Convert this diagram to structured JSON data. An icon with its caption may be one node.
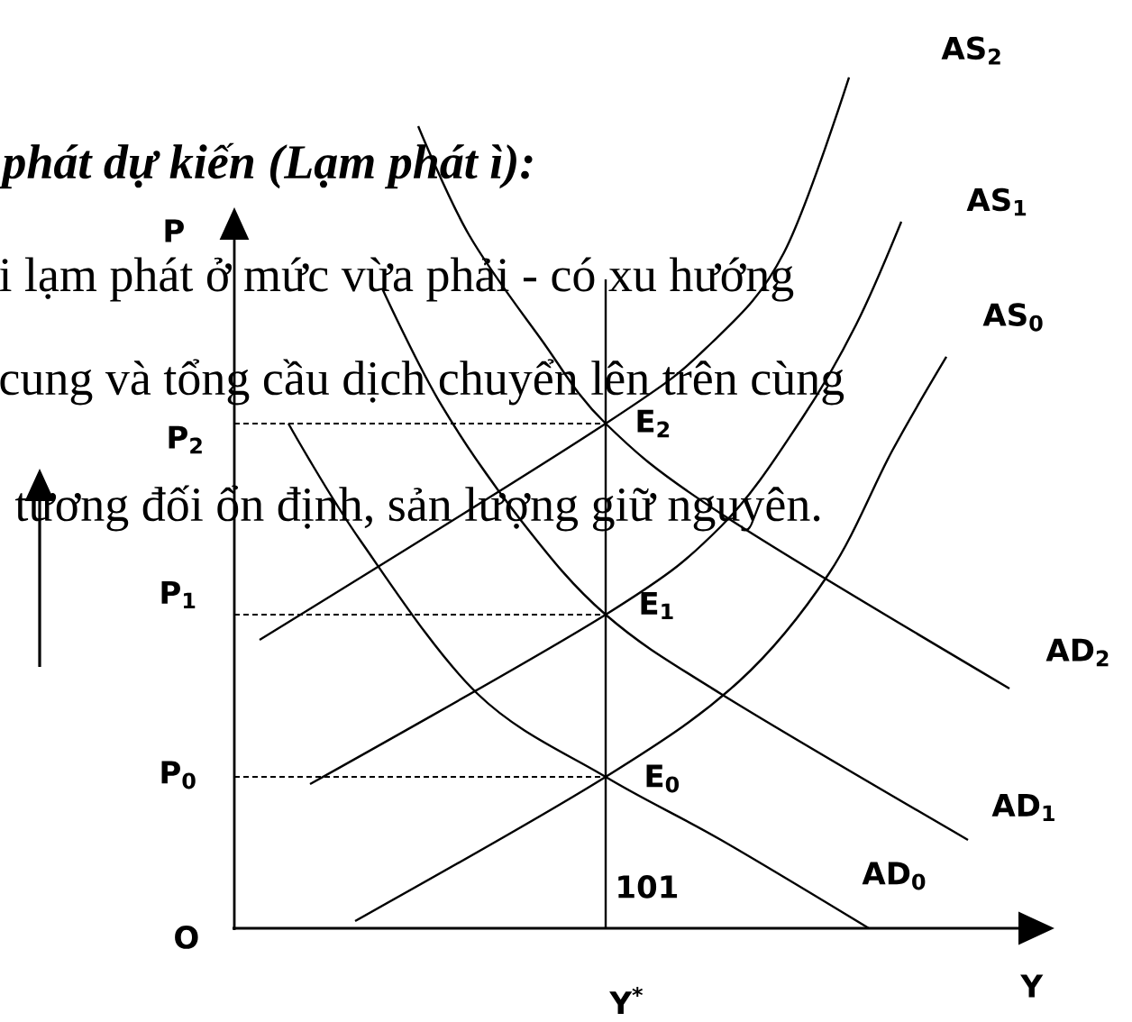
{
  "diagram": {
    "labels": [
      "AS$_{2}$",
      "phát dự kiến (Lạm phát ì):",
      "AS$_{1}$",
      "P",
      "i lạm phát ở mức vừa phải - có xu hướng",
      "AS$_{0}$",
      "cung và tổng cầu dịch chuyển lên trên cùng",
      "P$_{2}$",
      "E$_{2}$",
      "tương đối ổn định, sản lượng giữ nguyên.",
      "P$_{1}$",
      "E$_{1}$",
      "AD$_{2}$",
      "P$_{0}$",
      "E$_{0}$",
      "AD$_{1}$",
      "101",
      "AD$_{0}$",
      "O",
      "Y",
      "Y$^{*}$"
    ]
  }
}
